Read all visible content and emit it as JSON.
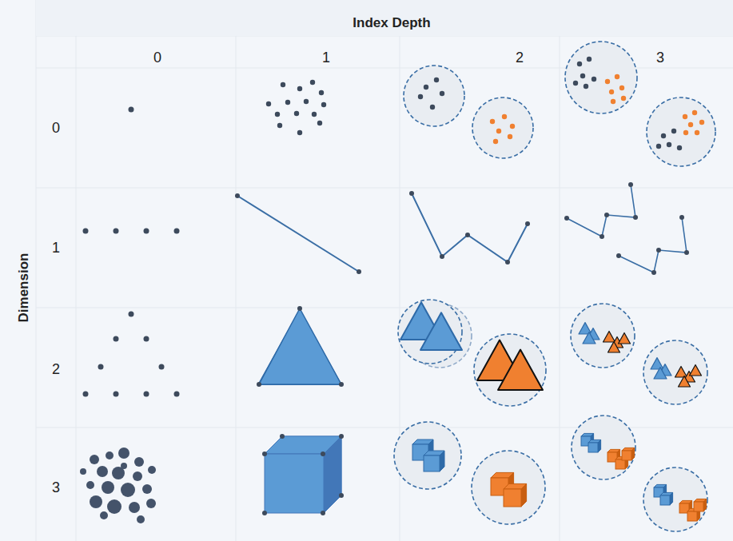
{
  "diagram": {
    "title": "Index Depth",
    "labels": [
      "Dimension",
      "0",
      "1",
      "2",
      "3",
      "0",
      "1",
      "2",
      "3"
    ]
  }
}
